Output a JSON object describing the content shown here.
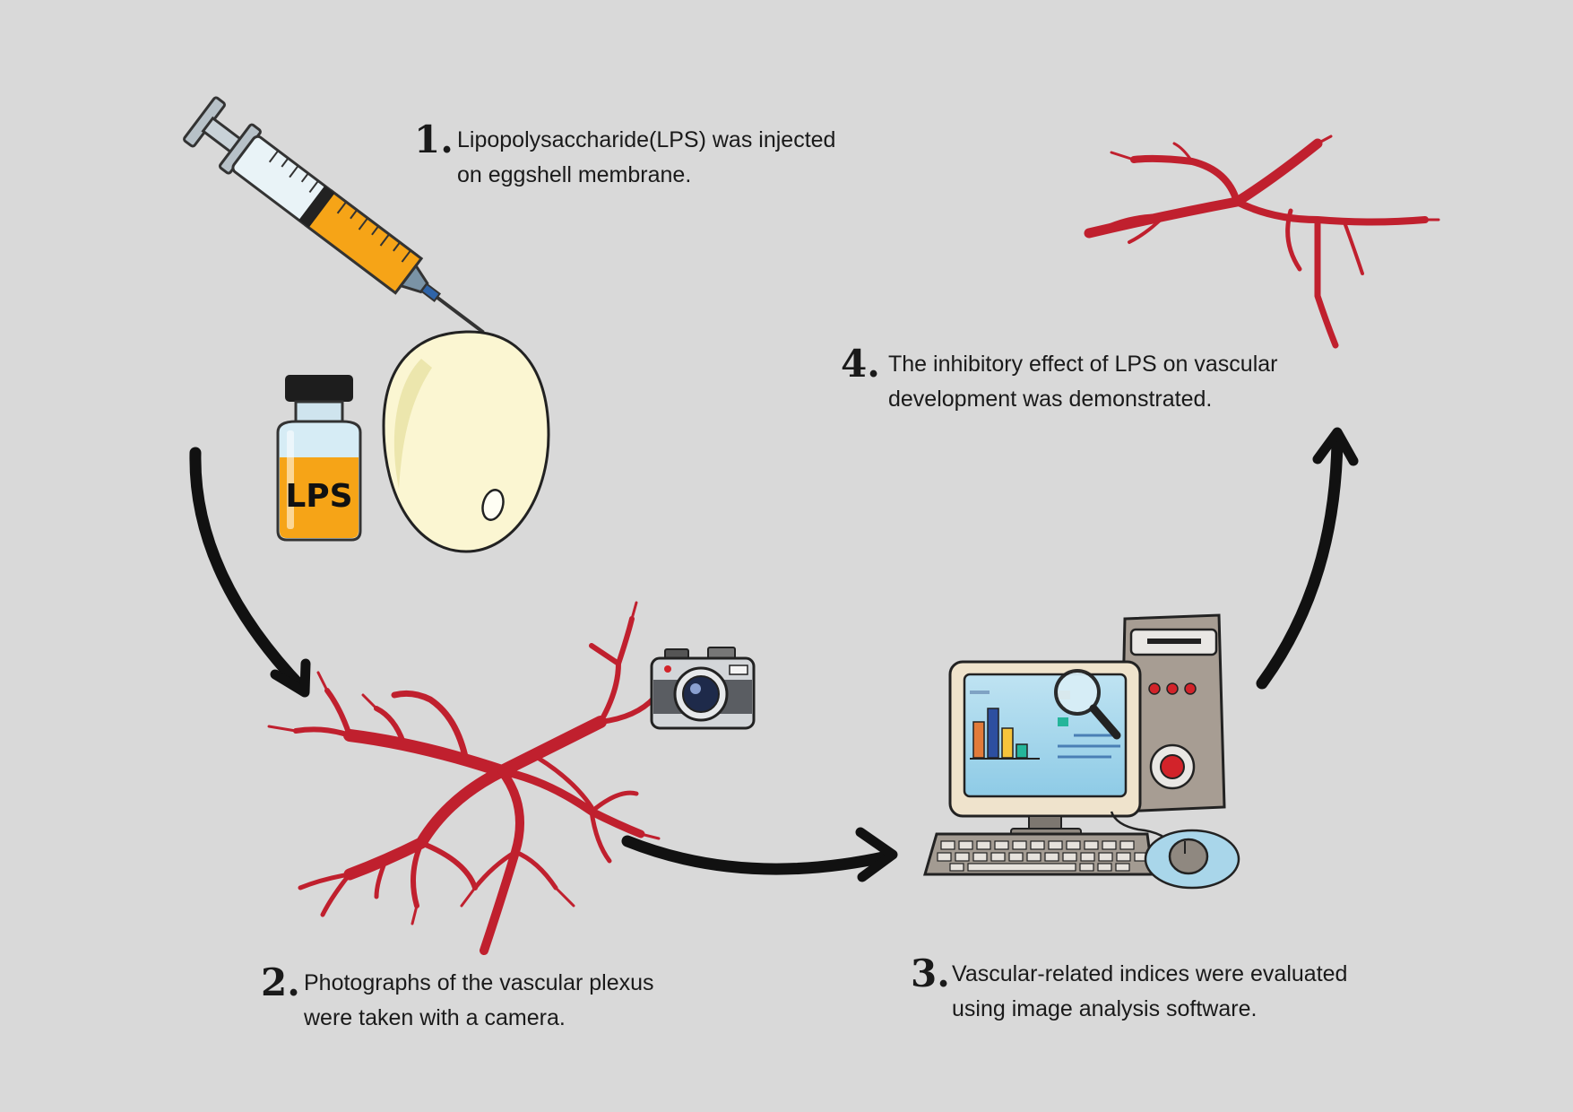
{
  "steps": [
    {
      "number": "1.",
      "line1": "Lipopolysaccharide(LPS) was injected",
      "line2": "on eggshell membrane."
    },
    {
      "number": "2.",
      "line1": "Photographs of the vascular plexus",
      "line2": "were taken with a camera."
    },
    {
      "number": "3.",
      "line1": "Vascular-related indices were evaluated",
      "line2": "using image analysis software."
    },
    {
      "number": "4.",
      "line1": "The inhibitory effect of LPS on vascular",
      "line2": "development was demonstrated."
    }
  ],
  "vial": {
    "label": "LPS"
  },
  "icons": [
    "syringe-icon",
    "vial-icon",
    "egg-icon",
    "blood-vessel-icon",
    "camera-icon",
    "computer-icon",
    "arrow-icon"
  ],
  "colors": {
    "background": "#d9d9d9",
    "vessel": "#c0202e",
    "liquid": "#f6a417",
    "egg": "#fbf6d2",
    "arrow": "#111111"
  }
}
